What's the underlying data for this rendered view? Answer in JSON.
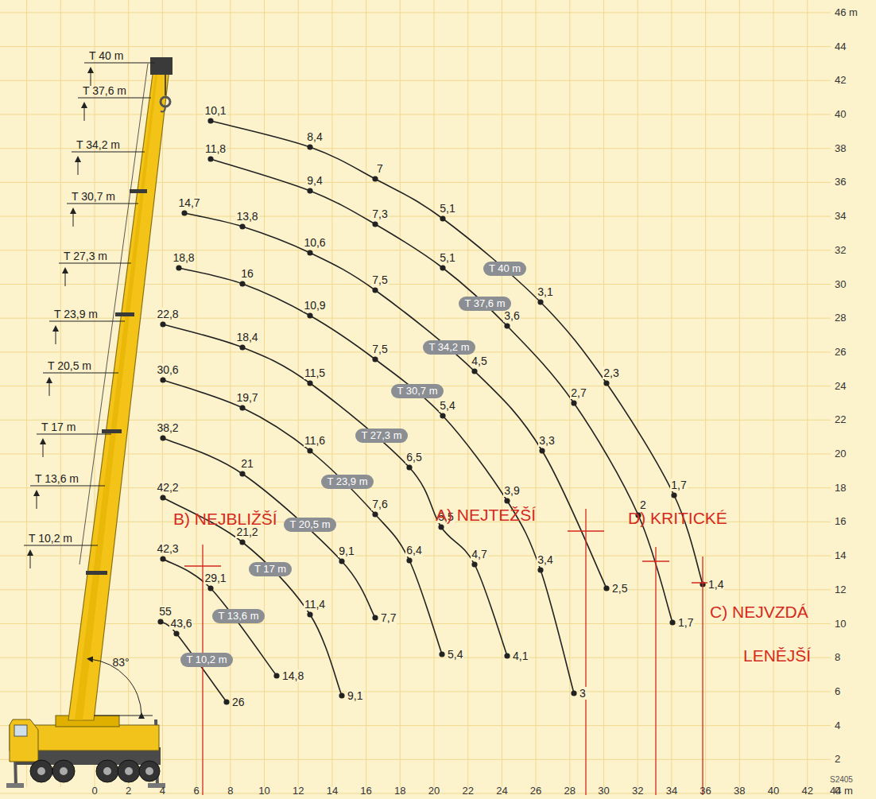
{
  "diagram": {
    "nodes": [
      {
        "text": [
          "T 40 m"
        ]
      },
      {
        "text": [
          "T 37,6 m"
        ]
      },
      {
        "text": [
          "T 34,2 m"
        ]
      },
      {
        "text": [
          "T 30,7 m"
        ]
      },
      {
        "text": [
          "T 27,3 m"
        ]
      },
      {
        "text": [
          "T 23,9 m"
        ]
      },
      {
        "text": [
          "T 20,5 m"
        ]
      },
      {
        "text": [
          "T 17 m"
        ]
      },
      {
        "text": [
          "T 13,6 m"
        ]
      },
      {
        "text": [
          "T 10,2 m"
        ]
      }
    ],
    "labels": [
      "10,1",
      "8,4",
      "7",
      "5,1",
      "3,1",
      "2,3",
      "1,7",
      "1,4",
      "11,8",
      "9,4",
      "7,3",
      "5,1",
      "3,6",
      "2,7",
      "2",
      "1,7",
      "14,7",
      "13,8",
      "10,6",
      "7,5",
      "4,5",
      "3,3",
      "2,5",
      "18,8",
      "16",
      "10,9",
      "7,5",
      "5,4",
      "3,9",
      "3,4",
      "3",
      "22,8",
      "18,4",
      "11,5",
      "6,5",
      "5,5",
      "4,7",
      "4,1",
      "30,6",
      "19,7",
      "11,6",
      "7,6",
      "6,4",
      "5,4",
      "38,2",
      "21",
      "9,1",
      "7,7",
      "42,2",
      "21,2",
      "11,4",
      "9,1",
      "42,3",
      "29,1",
      "14,8",
      "55",
      "43,6",
      "26",
      "T 40 m",
      "T 37,6 m",
      "T 34,2 m",
      "T 30,7 m",
      "T 27,3 m",
      "T 23,9 m",
      "T 20,5 m",
      "T 17 m",
      "T 13,6 m",
      "T 10,2 m",
      "83°",
      "46 m",
      "44",
      "42",
      "40",
      "38",
      "36",
      "34",
      "32",
      "30",
      "28",
      "26",
      "24",
      "22",
      "20",
      "18",
      "16",
      "14",
      "12",
      "10",
      "8",
      "6",
      "4",
      "2",
      "0",
      "0",
      "2",
      "4",
      "6",
      "8",
      "10",
      "12",
      "14",
      "16",
      "18",
      "20",
      "22",
      "24",
      "26",
      "28",
      "30",
      "32",
      "34",
      "36",
      "38",
      "40",
      "42",
      "44 m",
      "B) NEJBLIŽŠÍ",
      "A) NEJTEŽŠÍ",
      "D) KRITICKÉ",
      "C) NEJVZDÁ",
      "LENĚJŠÍ",
      "S2405"
    ]
  }
}
